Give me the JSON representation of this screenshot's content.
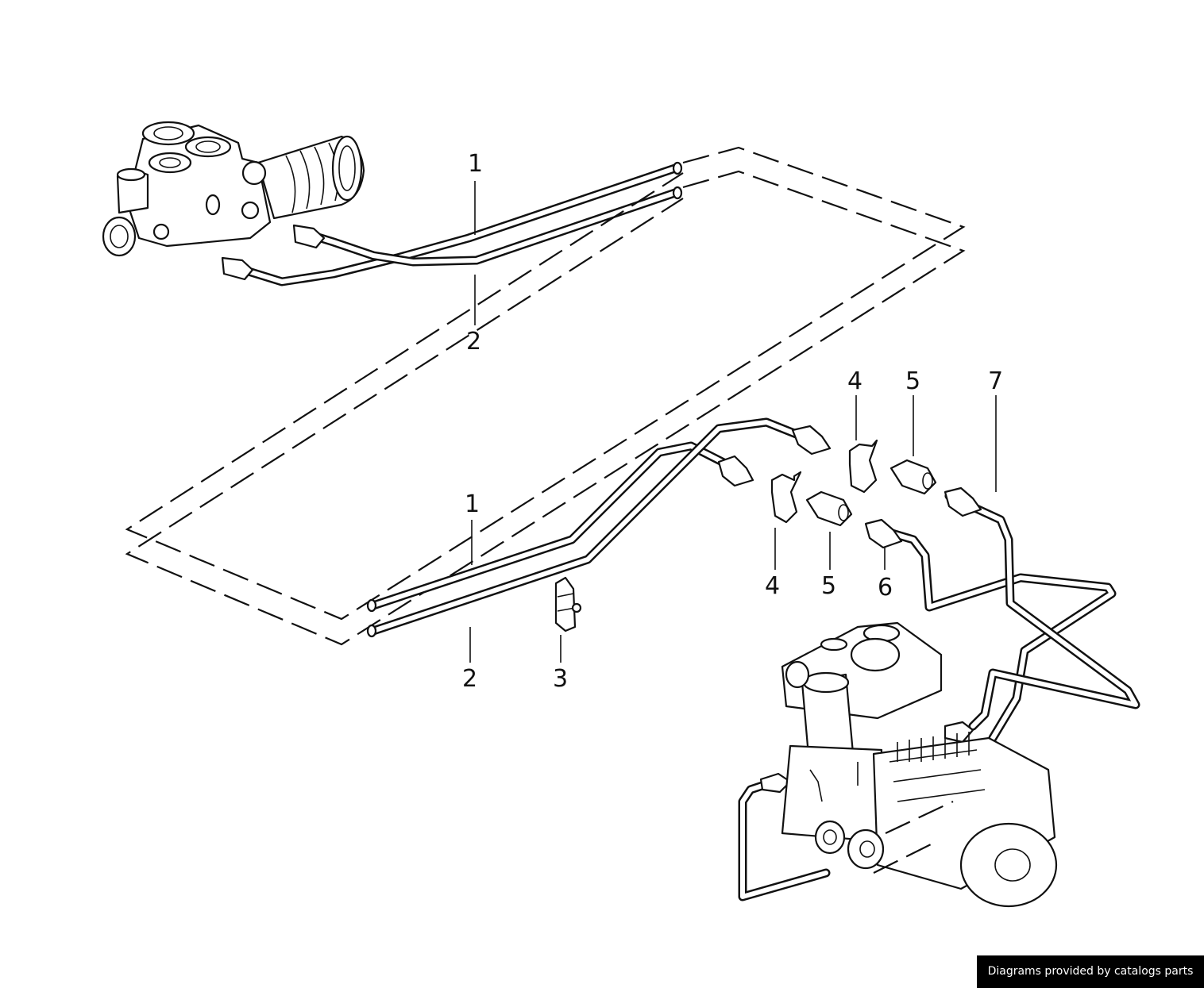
{
  "diagram": {
    "callouts": [
      {
        "id": "callout-1-top",
        "text": "1"
      },
      {
        "id": "callout-2-top",
        "text": "2"
      },
      {
        "id": "callout-1-bottom",
        "text": "1"
      },
      {
        "id": "callout-2-bottom",
        "text": "2"
      },
      {
        "id": "callout-3",
        "text": "3"
      },
      {
        "id": "callout-4-top",
        "text": "4"
      },
      {
        "id": "callout-4-bottom",
        "text": "4"
      },
      {
        "id": "callout-5-top",
        "text": "5"
      },
      {
        "id": "callout-5-bottom",
        "text": "5"
      },
      {
        "id": "callout-6",
        "text": "6"
      },
      {
        "id": "callout-7",
        "text": "7"
      }
    ]
  },
  "footer": {
    "credit": "Diagrams provided by catalogs parts"
  },
  "colors": {
    "line": "#111111",
    "background": "#ffffff",
    "credit_bg": "#000000",
    "credit_text": "#ffffff"
  }
}
